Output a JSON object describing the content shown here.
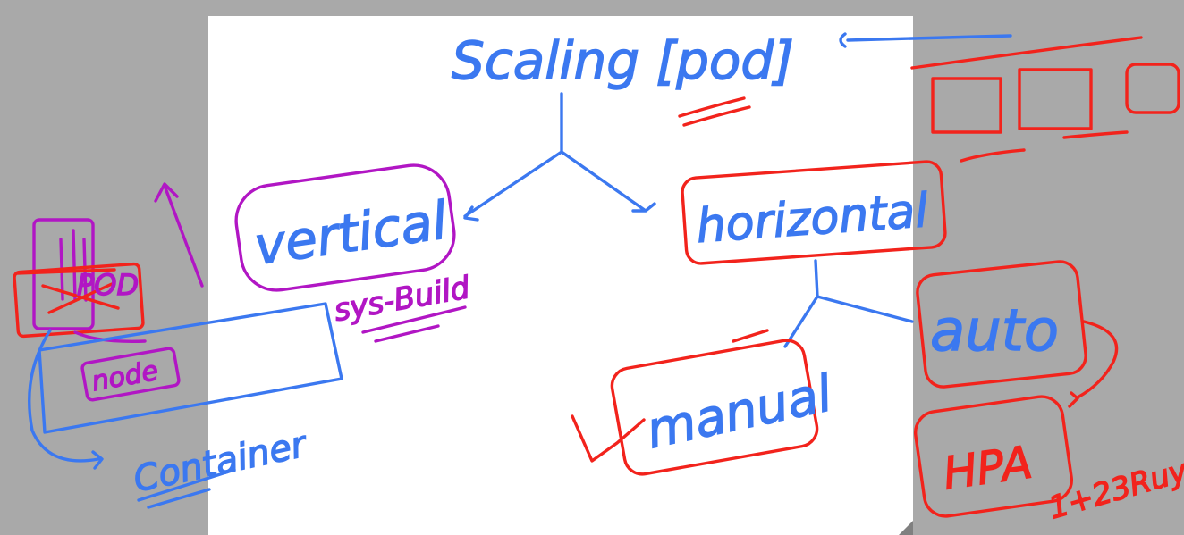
{
  "diagram": {
    "title": "Scaling [pod]",
    "branches": {
      "vertical": {
        "label": "vertical",
        "note": "sys-Build"
      },
      "horizontal": {
        "label": "horizontal",
        "children": {
          "manual": {
            "label": "manual"
          },
          "auto": {
            "label": "auto",
            "detail": "HPA",
            "note": "1+23Ruy"
          }
        }
      }
    },
    "left_sketch": {
      "pod_label": "POD",
      "node_label": "node",
      "container_label": "Container"
    }
  },
  "colors": {
    "blue": "#3b78f0",
    "red": "#f2231c",
    "purple": "#b116c4",
    "canvas": "#ffffff",
    "background": "#a9a9a9"
  }
}
